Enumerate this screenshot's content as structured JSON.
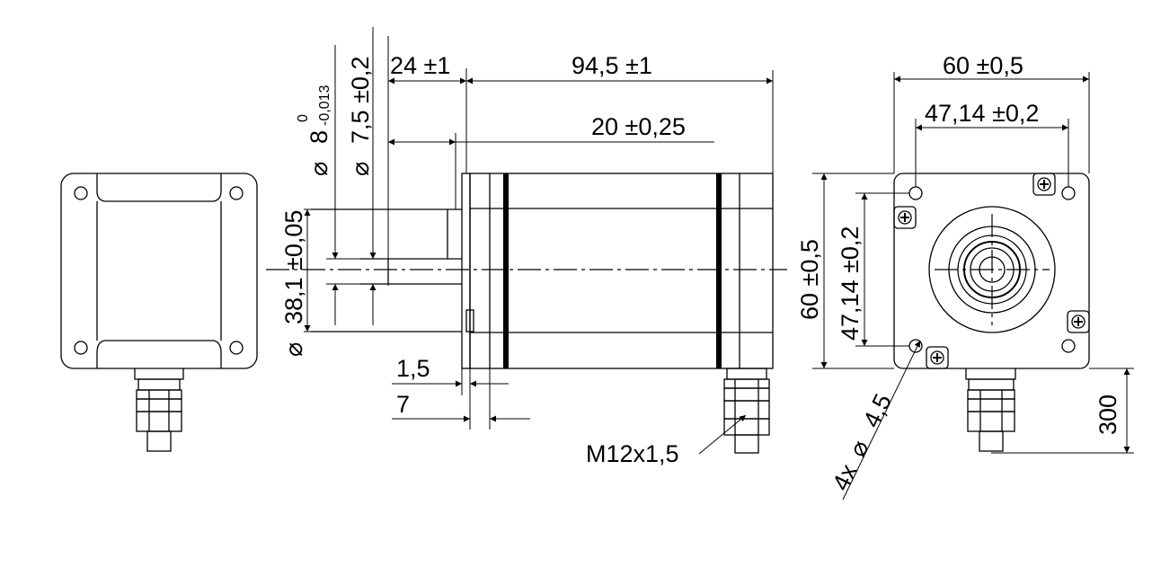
{
  "dimensions": {
    "length_body": "94,5 ±1",
    "shaft_length": "24 ±1",
    "shaft_flat": "20 ±0,25",
    "shaft_diameter_symbol": "⌀",
    "shaft_diameter": "8",
    "shaft_diameter_tol_upper": "0",
    "shaft_diameter_tol_lower": "-0,013",
    "flat_diameter": "7,5 ±0,2",
    "pilot_diameter": "38,1 ±0,05",
    "flange_thickness": "1,5",
    "pilot_depth": "7",
    "cable_gland": "M12x1,5",
    "square_width": "60 ±0,5",
    "bolt_pitch_horizontal": "47,14 ±0,2",
    "square_height": "60 ±0,5",
    "bolt_pitch_vertical": "47,14 ±0,2",
    "mount_holes_count": "4x",
    "mount_holes_diameter": "4,5",
    "cable_length": "300"
  }
}
